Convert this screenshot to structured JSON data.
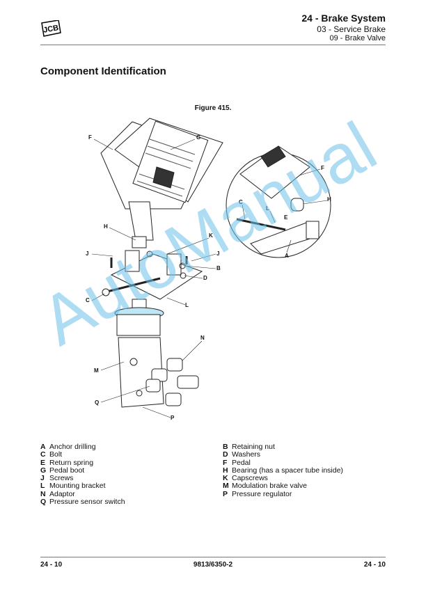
{
  "header": {
    "logo": "JCB",
    "section": "24 - Brake System",
    "subsection": "03 - Service Brake",
    "topic": "09 - Brake Valve"
  },
  "page_title": "Component Identification",
  "figure": {
    "caption": "Figure 415.",
    "labels": [
      "F",
      "G",
      "H",
      "K",
      "J",
      "J",
      "B",
      "D",
      "C",
      "L",
      "N",
      "M",
      "Q",
      "P"
    ],
    "inset_labels": [
      "F",
      "H",
      "C",
      "L",
      "E",
      "A"
    ]
  },
  "legend": {
    "left": [
      {
        "k": "A",
        "v": "Anchor drilling"
      },
      {
        "k": "C",
        "v": "Bolt"
      },
      {
        "k": "E",
        "v": "Return spring"
      },
      {
        "k": "G",
        "v": "Pedal boot"
      },
      {
        "k": "J",
        "v": "Screws"
      },
      {
        "k": "L",
        "v": "Mounting bracket"
      },
      {
        "k": "N",
        "v": "Adaptor"
      },
      {
        "k": "Q",
        "v": "Pressure sensor switch"
      }
    ],
    "right": [
      {
        "k": "B",
        "v": "Retaining nut"
      },
      {
        "k": "D",
        "v": "Washers"
      },
      {
        "k": "F",
        "v": "Pedal"
      },
      {
        "k": "H",
        "v": "Bearing (has a spacer tube inside)"
      },
      {
        "k": "K",
        "v": "Capscrews"
      },
      {
        "k": "M",
        "v": "Modulation brake valve"
      },
      {
        "k": "P",
        "v": "Pressure regulator"
      }
    ]
  },
  "watermark": "AutoManual",
  "footer": {
    "left": "24 - 10",
    "center": "9813/6350-2",
    "right": "24 - 10"
  }
}
